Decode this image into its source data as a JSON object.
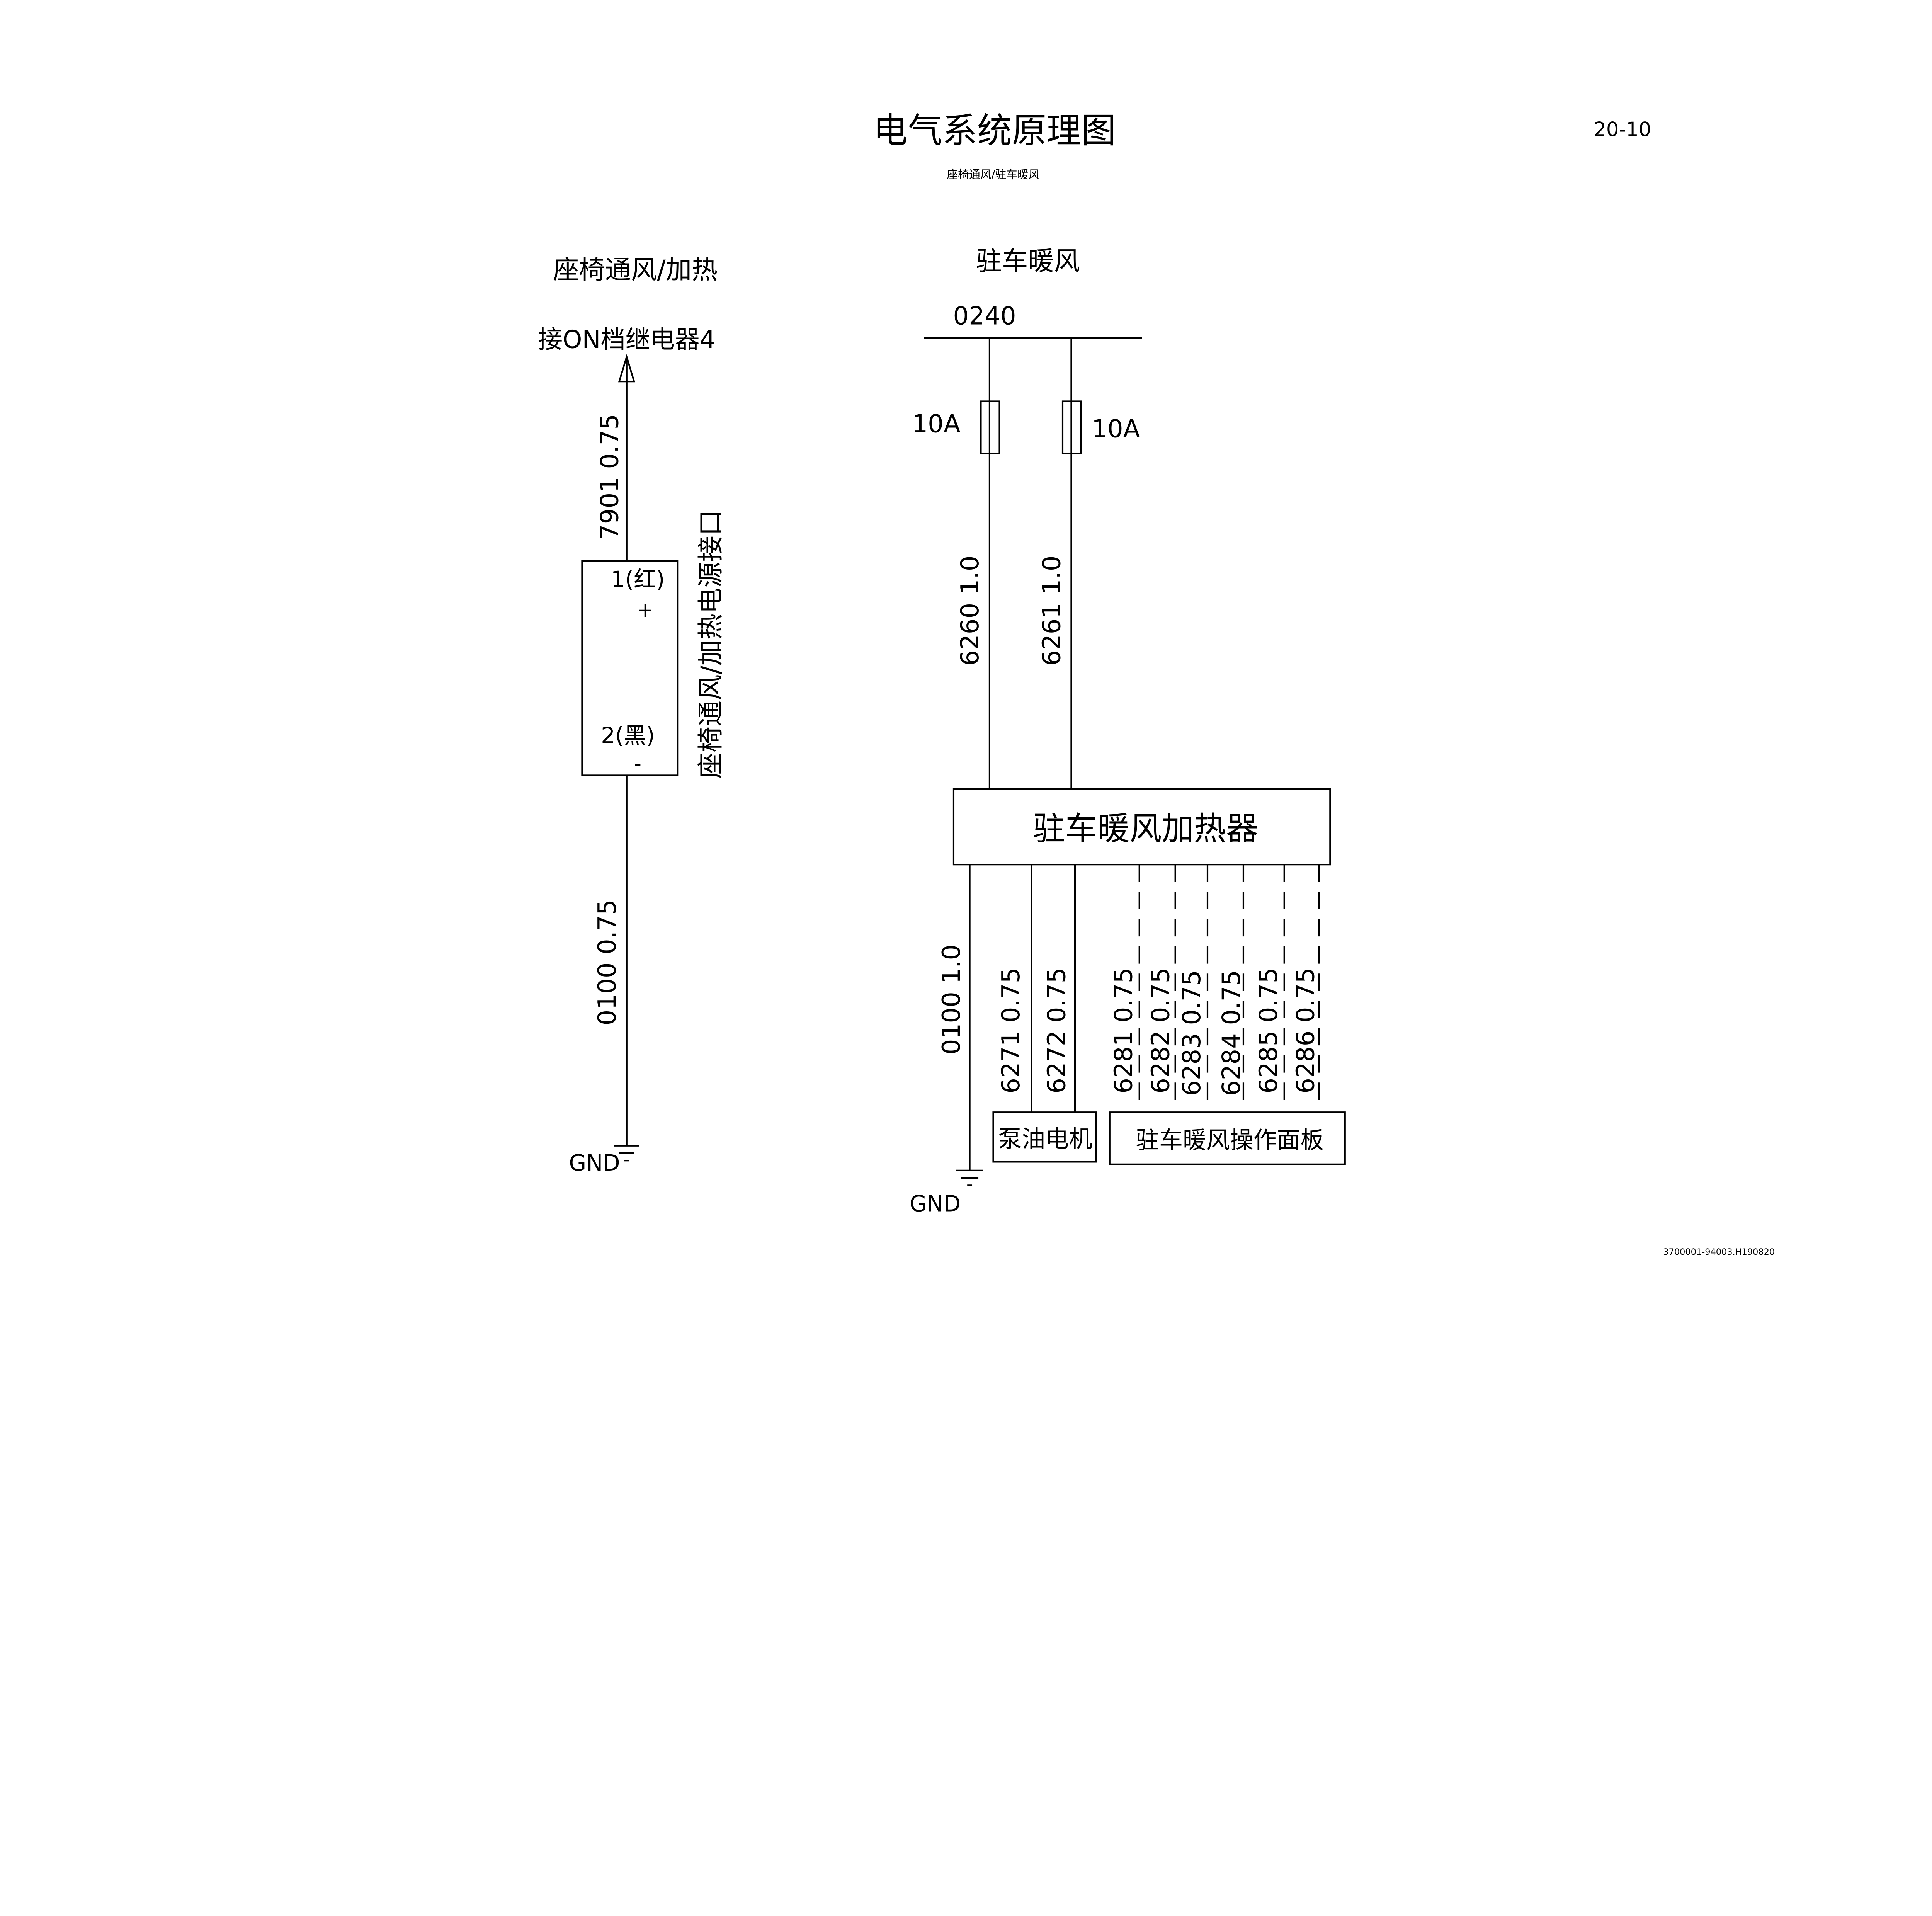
{
  "header": {
    "title": "电气系统原理图",
    "page_number": "20-10",
    "subtitle": "座椅通风/驻车暖风"
  },
  "seat_circuit": {
    "title": "座椅通风/加热",
    "source": "接ON档继电器4",
    "wire_in": "7901 0.75",
    "connector_label": "座椅通风/加热电源接口",
    "pin1": "1(红)",
    "pin1_sign": "+",
    "pin2": "2(黑)",
    "pin2_sign": "-",
    "wire_out": "0100 0.75",
    "ground": "GND"
  },
  "heater_circuit": {
    "title": "驻车暖风",
    "bus": "0240",
    "fuses": [
      "10A",
      "10A"
    ],
    "supply_wires": [
      "6260 1.0",
      "6261 1.0"
    ],
    "heater_label": "驻车暖风加热器",
    "ground_wire": "0100 1.0",
    "pump_wires": [
      "6271 0.75",
      "6272 0.75"
    ],
    "pump_label": "泵油电机",
    "panel_wires": [
      "6281 0.75",
      "6282 0.75",
      "6283 0.75",
      "6284 0.75",
      "6285 0.75",
      "6286 0.75"
    ],
    "panel_label": "驻车暖风操作面板",
    "ground": "GND"
  },
  "footer": {
    "drawing_code": "3700001-94003.H190820"
  }
}
